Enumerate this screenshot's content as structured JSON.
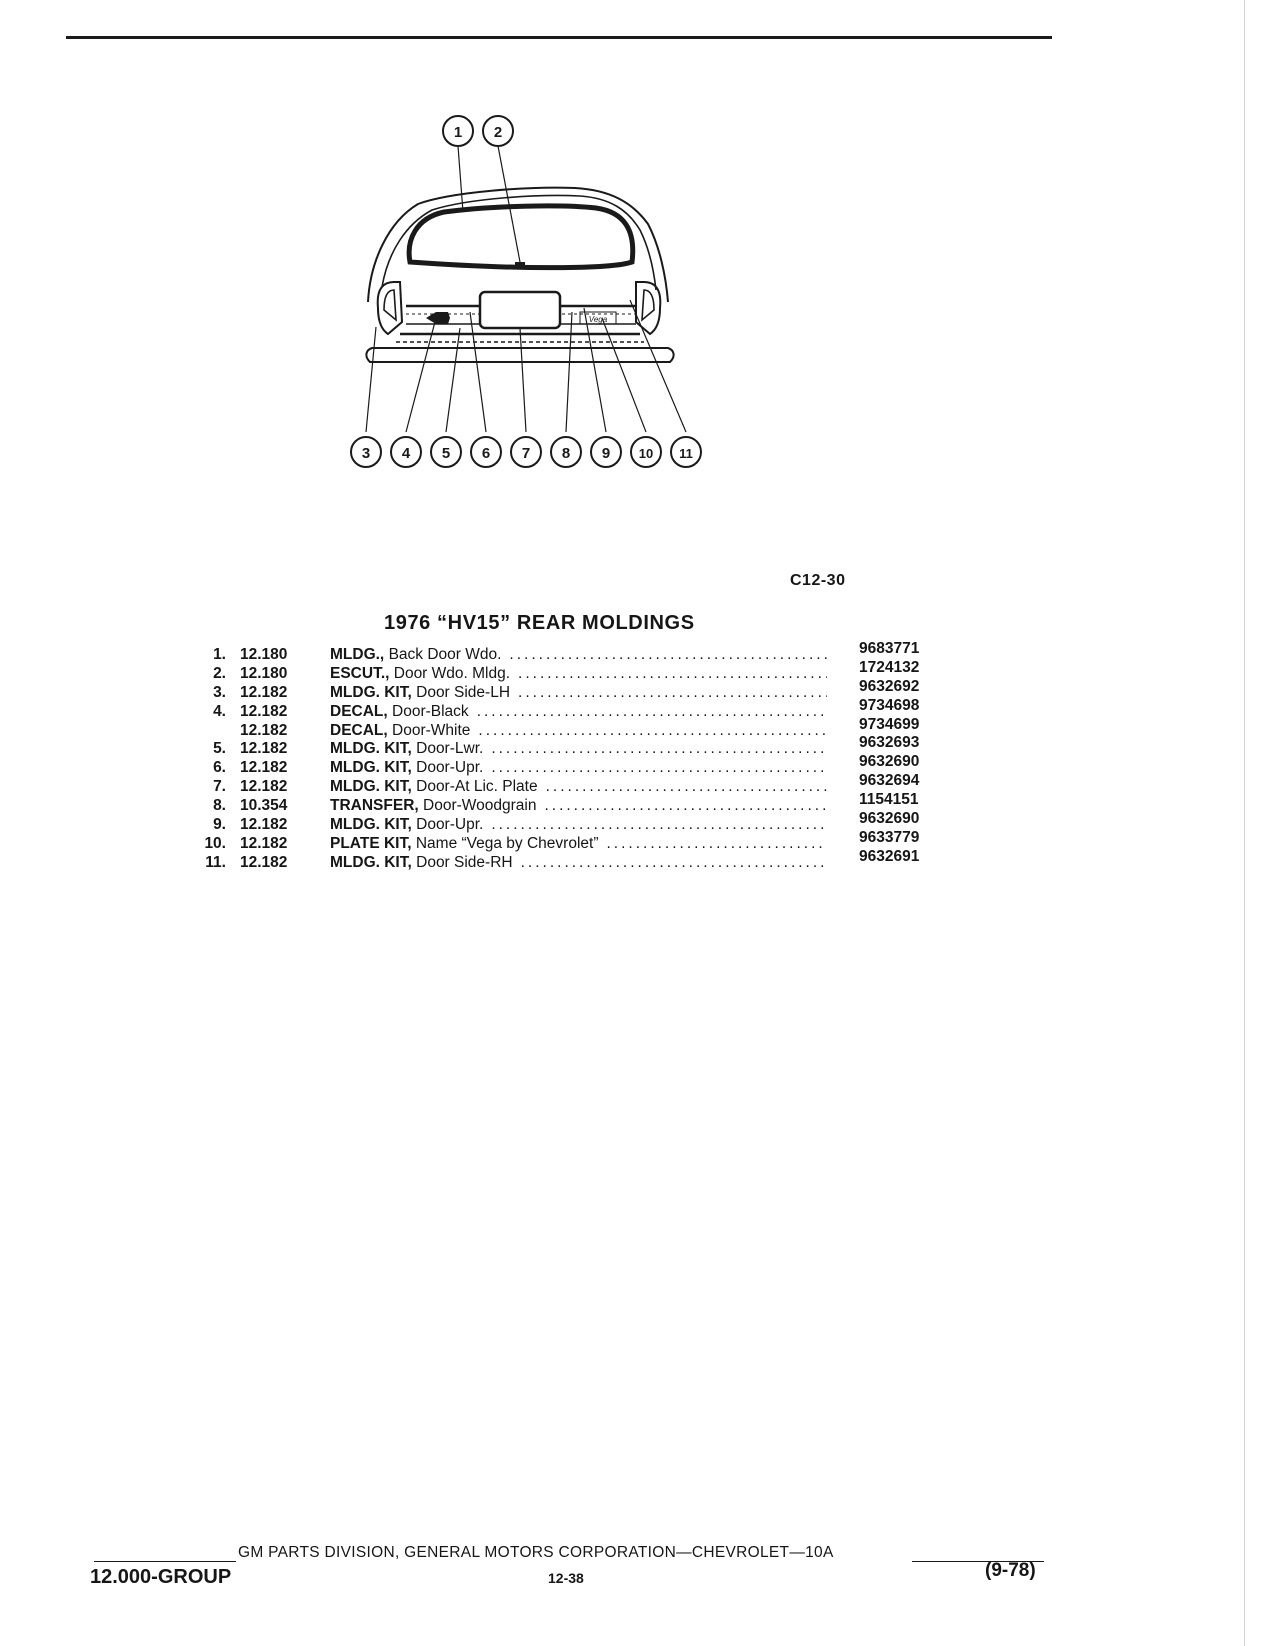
{
  "figure": {
    "code": "C12-30",
    "callouts": [
      "1",
      "2",
      "3",
      "4",
      "5",
      "6",
      "7",
      "8",
      "9",
      "10",
      "11"
    ],
    "badge_text": "Vega"
  },
  "section_title": "1976 “HV15” REAR MOLDINGS",
  "parts": [
    {
      "num": "1.",
      "group": "12.180",
      "name": "MLDG.,",
      "desc": "Back Door Wdo.",
      "part_no": "9683771"
    },
    {
      "num": "2.",
      "group": "12.180",
      "name": "ESCUT.,",
      "desc": "Door Wdo. Mldg.",
      "part_no": "1724132"
    },
    {
      "num": "3.",
      "group": "12.182",
      "name": "MLDG. KIT,",
      "desc": "Door Side-LH",
      "part_no": "9632692"
    },
    {
      "num": "4.",
      "group": "12.182",
      "name": "DECAL,",
      "desc": "Door-Black",
      "part_no": "9734698"
    },
    {
      "num": "",
      "group": "12.182",
      "name": "DECAL,",
      "desc": "Door-White",
      "part_no": "9734699"
    },
    {
      "num": "5.",
      "group": "12.182",
      "name": "MLDG. KIT,",
      "desc": "Door-Lwr.",
      "part_no": "9632693"
    },
    {
      "num": "6.",
      "group": "12.182",
      "name": "MLDG. KIT,",
      "desc": "Door-Upr.",
      "part_no": "9632690"
    },
    {
      "num": "7.",
      "group": "12.182",
      "name": "MLDG. KIT,",
      "desc": "Door-At Lic. Plate",
      "part_no": "9632694"
    },
    {
      "num": "8.",
      "group": "10.354",
      "name": "TRANSFER,",
      "desc": "Door-Woodgrain",
      "part_no": "1154151"
    },
    {
      "num": "9.",
      "group": "12.182",
      "name": "MLDG. KIT,",
      "desc": "Door-Upr.",
      "part_no": "9632690"
    },
    {
      "num": "10.",
      "group": "12.182",
      "name": "PLATE KIT,",
      "desc": "Name “Vega by Chevrolet”",
      "part_no": "9633779"
    },
    {
      "num": "11.",
      "group": "12.182",
      "name": "MLDG. KIT,",
      "desc": "Door Side-RH",
      "part_no": "9632691"
    }
  ],
  "footer": {
    "corporation": "GM PARTS DIVISION, GENERAL MOTORS CORPORATION—CHEVROLET—10A",
    "group": "12.000-GROUP",
    "page": "12-38",
    "date": "(9-78)"
  }
}
